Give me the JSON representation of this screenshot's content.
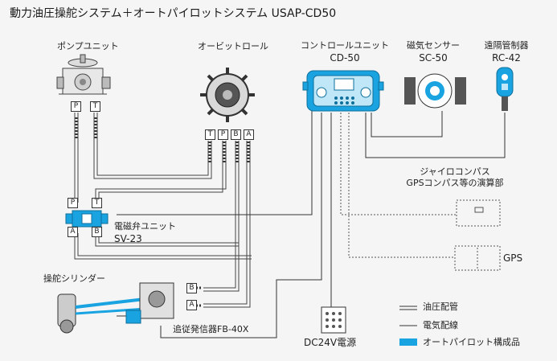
{
  "title": "動力油圧操舵システム＋オートパイロットシステム USAP-CD50",
  "components": {
    "pump": {
      "label": "ポンプユニット"
    },
    "orbit": {
      "label": "オービットロール"
    },
    "controller": {
      "label": "コントロールユニット",
      "model": "CD-50"
    },
    "magnetic_sensor": {
      "label": "磁気センサー",
      "model": "SC-50"
    },
    "remote": {
      "label": "遠隔管制器",
      "model": "RC-42"
    },
    "gyro": {
      "label_line1": "ジャイロコンパス",
      "label_line2": "GPSコンパス等の演算部"
    },
    "solenoid": {
      "label": "電磁弁ユニット",
      "model": "SV-23"
    },
    "gps": {
      "label": "GPS"
    },
    "cylinder": {
      "label": "操舵シリンダー"
    },
    "feedback": {
      "label": "追従発信器FB-40X"
    },
    "power": {
      "label": "DC24V電源"
    }
  },
  "ports": {
    "pump_p": "P",
    "pump_t": "T",
    "orbit_t": "T",
    "orbit_p": "P",
    "orbit_b": "B",
    "orbit_a": "A",
    "sv_p": "P",
    "sv_t": "T",
    "sv_a": "A",
    "sv_b": "B",
    "cyl_b": "B",
    "cyl_a": "A"
  },
  "legend": {
    "hydraulic": "油圧配管",
    "electric": "電気配線",
    "autopilot": "オートパイロット構成品"
  },
  "colors": {
    "background": "#f5f5f5",
    "accent": "#19a3e0",
    "line": "#333333"
  }
}
